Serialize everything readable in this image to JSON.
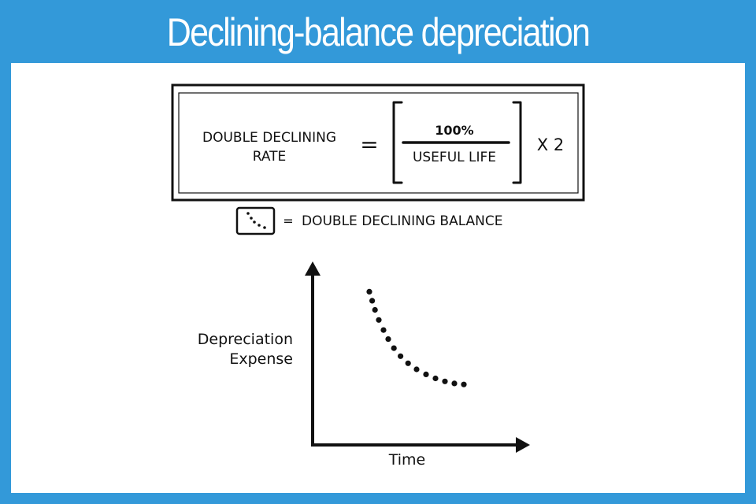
{
  "title": "Declining-balance depreciation",
  "formula": {
    "lhs_line1": "DOUBLE DECLINING",
    "lhs_line2": "RATE",
    "equals": "=",
    "numerator": "100%",
    "denominator": "USEFUL LIFE",
    "multiplier": "X 2"
  },
  "legend": {
    "equals": "=",
    "label": "DOUBLE DECLINING BALANCE",
    "icon": "dotted-curve-icon"
  },
  "chart_data": {
    "type": "scatter",
    "xlabel": "Time",
    "ylabel_line1": "Depreciation",
    "ylabel_line2": "Expense",
    "x": [
      0,
      0.3,
      0.6,
      1,
      1.5,
      2,
      2.6,
      3.3,
      4.1,
      5,
      6,
      7,
      8,
      9,
      10
    ],
    "y": [
      10,
      9.1,
      8.2,
      7.2,
      6.2,
      5.3,
      4.4,
      3.6,
      2.9,
      2.3,
      1.8,
      1.4,
      1.1,
      0.9,
      0.8
    ],
    "xlim": [
      -6,
      17
    ],
    "ylim": [
      -5.2,
      13
    ],
    "grid": false
  }
}
